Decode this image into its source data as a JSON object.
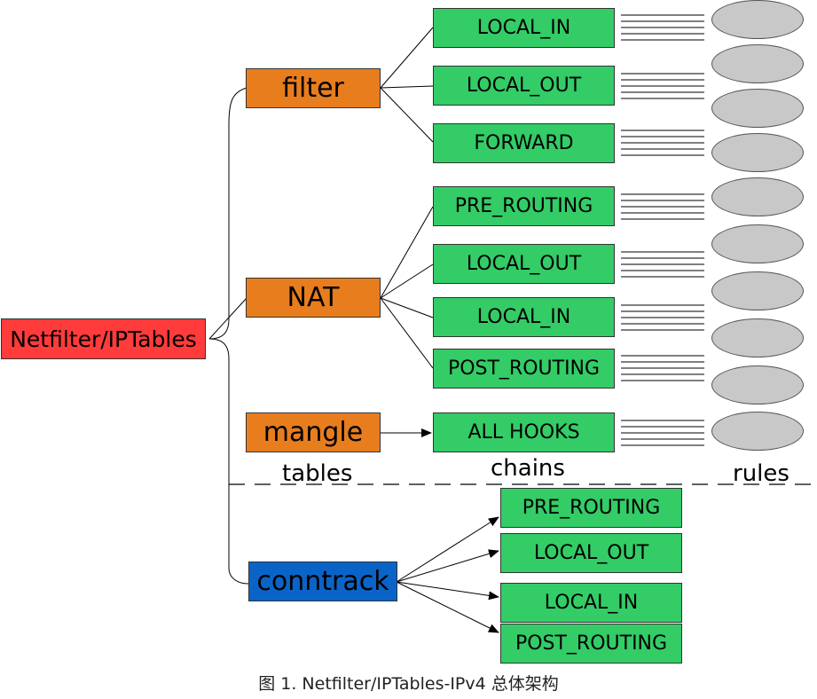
{
  "root": {
    "label": "Netfilter/IPTables"
  },
  "tables": {
    "filter": {
      "label": "filter",
      "chains": [
        "LOCAL_IN",
        "LOCAL_OUT",
        "FORWARD"
      ]
    },
    "nat": {
      "label": "NAT",
      "chains": [
        "PRE_ROUTING",
        "LOCAL_OUT",
        "LOCAL_IN",
        "POST_ROUTING"
      ]
    },
    "mangle": {
      "label": "mangle",
      "chains": [
        "ALL HOOKS"
      ]
    },
    "conntrack": {
      "label": "conntrack",
      "chains": [
        "PRE_ROUTING",
        "LOCAL_OUT",
        "LOCAL_IN",
        "POST_ROUTING"
      ]
    }
  },
  "legend": {
    "tables": "tables",
    "chains": "chains",
    "rules": "rules"
  },
  "caption": "图 1. Netfilter/IPTables-IPv4 总体架构",
  "colors": {
    "root": "#ff3b3b",
    "table": "#e87d1e",
    "conntrack": "#0a64c8",
    "chain": "#33cc66",
    "rule": "#c8c8c8"
  }
}
